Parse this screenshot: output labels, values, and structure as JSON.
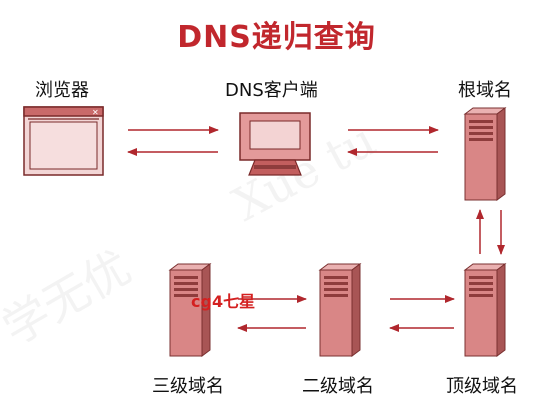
{
  "title": "DNS递归查询",
  "nodes": {
    "browser": "浏览器",
    "dns_client": "DNS客户端",
    "root_domain": "根域名",
    "top_level_domain": "顶级域名",
    "second_level_domain": "二级域名",
    "third_level_domain": "三级域名"
  },
  "watermark": "cg4七星",
  "background_watermark": {
    "latin": "Xue tu",
    "cjk": "学无优"
  },
  "colors": {
    "accent": "#c1272d",
    "server_fill": "#d98686",
    "server_stroke": "#7a3030",
    "browser_fill": "#f3d6d6"
  }
}
